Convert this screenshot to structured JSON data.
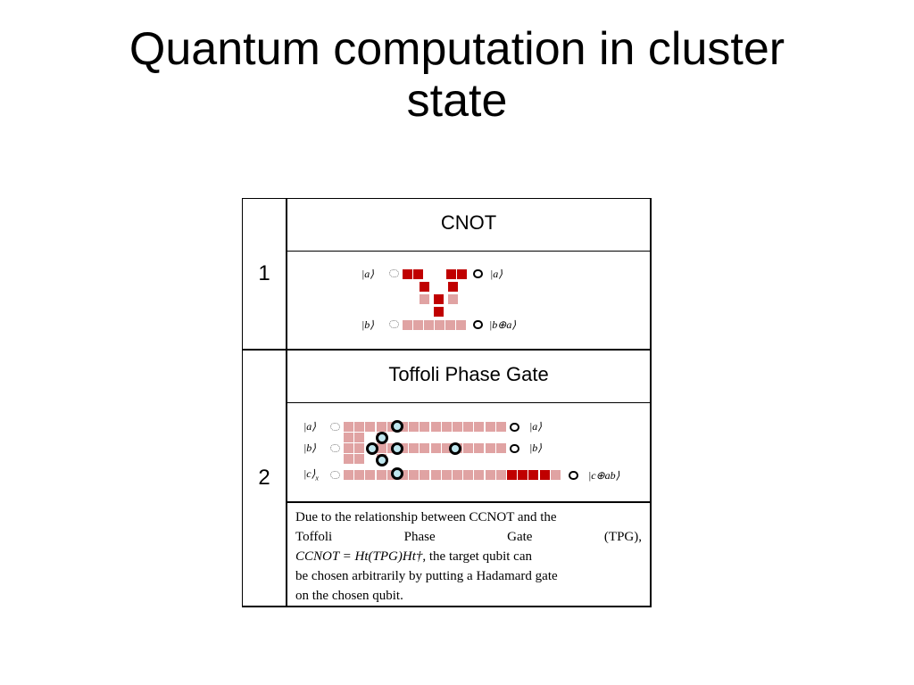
{
  "slide": {
    "title_line1": "Quantum computation in cluster",
    "title_line2": "state"
  },
  "table": {
    "rows": [
      {
        "number": "1",
        "heading": "CNOT",
        "inputs": [
          "|a⟩",
          "|b⟩"
        ],
        "outputs": [
          "|a⟩",
          "|b⊕a⟩"
        ]
      },
      {
        "number": "2",
        "heading": "Toffoli Phase Gate",
        "inputs": [
          "|a⟩",
          "|b⟩",
          "|c⟩"
        ],
        "input_c_subscript": "x",
        "outputs": [
          "|a⟩",
          "|b⟩",
          "|c⊕ab⟩"
        ],
        "note": {
          "line1": "Due to the relationship between CCNOT and the",
          "line2_words": [
            "Toffoli",
            "Phase",
            "Gate",
            "(TPG),"
          ],
          "line3_formula": "CCNOT = Ht(TPG)Ht†",
          "line3_rest": ", the   target qubit can",
          "line4": "be chosen arbitrarily by putting  a Hadamard gate",
          "line5": "on the chosen qubit."
        }
      }
    ]
  },
  "colors": {
    "dark_red": "#c00000",
    "light_red": "#e0a3a3",
    "measure_fill": "#bfe6ee"
  }
}
